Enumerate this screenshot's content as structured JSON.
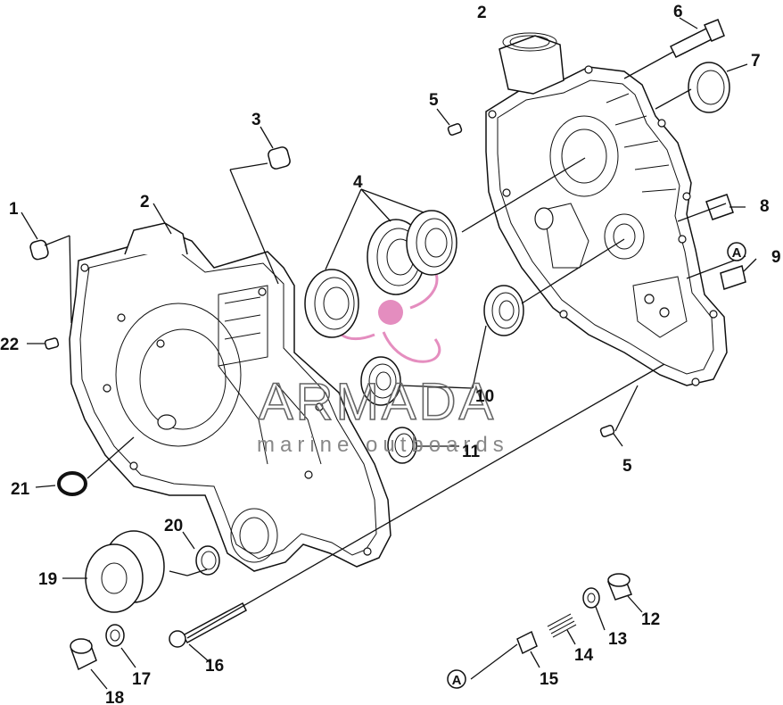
{
  "watermark": {
    "brand": "ARMADA",
    "tagline": "marine outboards",
    "accent_color": "#d94f9a"
  },
  "callouts": {
    "c1": "1",
    "c2_left": "2",
    "c2_right": "2",
    "c3": "3",
    "c4": "4",
    "c5_top": "5",
    "c5_bottom": "5",
    "c6": "6",
    "c7": "7",
    "c8": "8",
    "c9": "9",
    "c10": "10",
    "c11": "11",
    "c12": "12",
    "c13": "13",
    "c14": "14",
    "c15": "15",
    "c16": "16",
    "c17": "17",
    "c18": "18",
    "c19": "19",
    "c20": "20",
    "c21": "21",
    "c22": "22"
  },
  "reference_marks": {
    "upper": "A",
    "lower": "A"
  }
}
